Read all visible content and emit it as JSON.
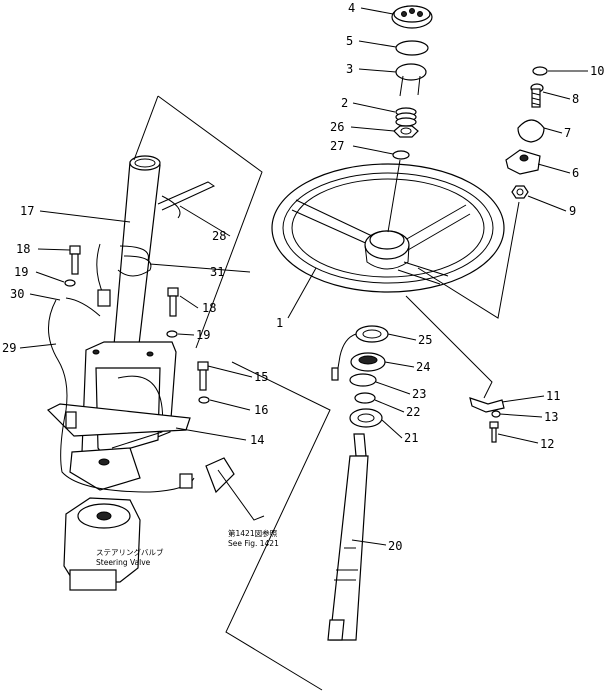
{
  "labels": {
    "n1": "1",
    "n2": "2",
    "n3": "3",
    "n4": "4",
    "n5": "5",
    "n6": "6",
    "n7": "7",
    "n8": "8",
    "n9": "9",
    "n10": "10",
    "n11": "11",
    "n12": "12",
    "n13": "13",
    "n14": "14",
    "n15": "15",
    "n16": "16",
    "n17": "17",
    "n18a": "18",
    "n18b": "18",
    "n19a": "19",
    "n19b": "19",
    "n20": "20",
    "n21": "21",
    "n22": "22",
    "n23": "23",
    "n24": "24",
    "n25": "25",
    "n26": "26",
    "n27": "27",
    "n28": "28",
    "n29": "29",
    "n30": "30",
    "n31": "31"
  },
  "notes": {
    "valve_jp": "ステアリングバルブ",
    "valve_en": "Steering Valve",
    "fig_jp": "第1421図参照",
    "fig_en": "See Fig. 1421"
  }
}
